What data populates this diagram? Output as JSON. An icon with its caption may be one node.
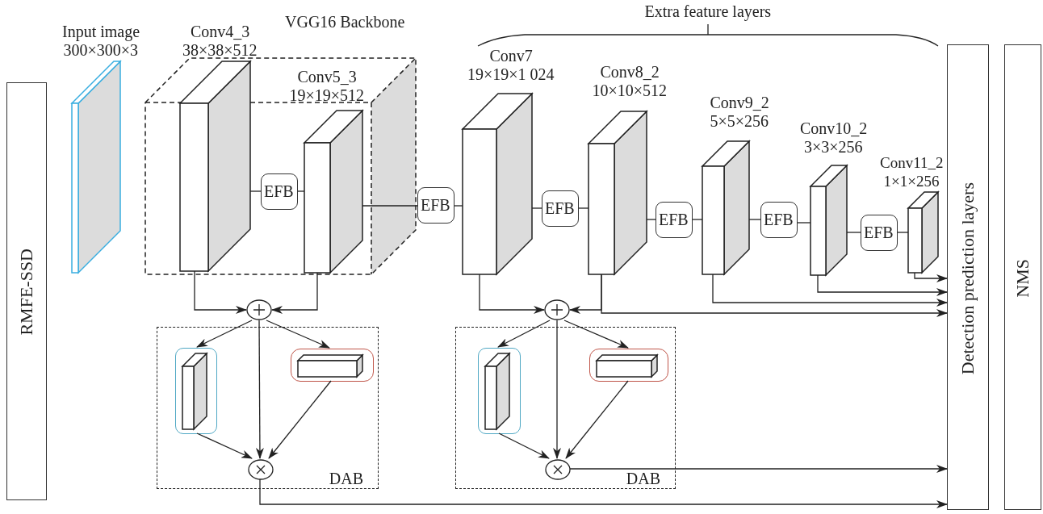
{
  "diagram": {
    "nodes": [
      {
        "text": [
          "RMFE-SSD"
        ]
      },
      {
        "text": [
          "Input image",
          "300×300×3"
        ]
      },
      {
        "text": [
          "VGG16 Backbone"
        ]
      },
      {
        "text": [
          "Conv4_3",
          "38×38×512"
        ],
        "in": 2
      },
      {
        "text": [
          "EFB"
        ],
        "in": 2
      },
      {
        "text": [
          "Conv5_3",
          "19×19×512"
        ],
        "in": 2
      },
      {
        "text": [
          "EFB"
        ]
      },
      {
        "text": [
          "Conv7",
          "19×19×1 024"
        ]
      },
      {
        "text": [
          "EFB"
        ]
      },
      {
        "text": [
          "Conv8_2",
          "10×10×512"
        ]
      },
      {
        "text": [
          "EFB"
        ]
      },
      {
        "text": [
          "Conv9_2",
          "5×5×256"
        ]
      },
      {
        "text": [
          "EFB"
        ]
      },
      {
        "text": [
          "Conv10_2",
          "3×3×256"
        ]
      },
      {
        "text": [
          "EFB"
        ]
      },
      {
        "text": [
          "Conv11_2",
          "1×1×256"
        ]
      },
      {
        "text": [
          "Detection prediction layers"
        ]
      },
      {
        "text": [
          "NMS"
        ]
      },
      {
        "text": [],
        "shape": "circle"
      },
      {
        "text": [
          "DAB"
        ]
      },
      {
        "text": [],
        "shape": "box",
        "in": 19
      },
      {
        "text": [],
        "shape": "box",
        "in": 19
      },
      {
        "text": [],
        "shape": "circle",
        "in": 19
      },
      {
        "text": [],
        "shape": "circle"
      },
      {
        "text": [
          "DAB"
        ]
      },
      {
        "text": [],
        "shape": "box",
        "in": 24
      },
      {
        "text": [],
        "shape": "box",
        "in": 24
      },
      {
        "text": [],
        "shape": "circle",
        "in": 24
      }
    ],
    "edges": [
      {
        "from": 3,
        "to": 4,
        "arrow": "none"
      },
      {
        "from": 4,
        "to": 5,
        "arrow": "none"
      },
      {
        "from": 5,
        "to": 6,
        "arrow": "none"
      },
      {
        "from": 6,
        "to": 7,
        "arrow": "none"
      },
      {
        "from": 7,
        "to": 8,
        "arrow": "none"
      },
      {
        "from": 8,
        "to": 9,
        "arrow": "none"
      },
      {
        "from": 9,
        "to": 10,
        "arrow": "none"
      },
      {
        "from": 10,
        "to": 11,
        "arrow": "none"
      },
      {
        "from": 11,
        "to": 12,
        "arrow": "none"
      },
      {
        "from": 12,
        "to": 13,
        "arrow": "none"
      },
      {
        "from": 13,
        "to": 14,
        "arrow": "none"
      },
      {
        "from": 14,
        "to": 15,
        "arrow": "none"
      },
      {
        "from": 3,
        "to": 18,
        "arrow": "to"
      },
      {
        "from": 5,
        "to": 18,
        "arrow": "to"
      },
      {
        "from": 7,
        "to": 23,
        "arrow": "to"
      },
      {
        "from": 9,
        "to": 23,
        "arrow": "to"
      },
      {
        "from": 9,
        "to": 16,
        "arrow": "to"
      },
      {
        "from": 11,
        "to": 16,
        "arrow": "to"
      },
      {
        "from": 13,
        "to": 16,
        "arrow": "to"
      },
      {
        "from": 15,
        "to": 16,
        "arrow": "to"
      },
      {
        "from": 18,
        "to": 20,
        "arrow": "to"
      },
      {
        "from": 18,
        "to": 21,
        "arrow": "to"
      },
      {
        "from": 18,
        "to": 22,
        "arrow": "to"
      },
      {
        "from": 20,
        "to": 22,
        "arrow": "to"
      },
      {
        "from": 21,
        "to": 22,
        "arrow": "to"
      },
      {
        "from": 22,
        "to": 16,
        "arrow": "to"
      },
      {
        "from": 23,
        "to": 25,
        "arrow": "to"
      },
      {
        "from": 23,
        "to": 26,
        "arrow": "to"
      },
      {
        "from": 23,
        "to": 27,
        "arrow": "to"
      },
      {
        "from": 25,
        "to": 27,
        "arrow": "to"
      },
      {
        "from": 26,
        "to": 27,
        "arrow": "to"
      },
      {
        "from": 27,
        "to": 16,
        "arrow": "to"
      }
    ],
    "labels": [
      "Extra feature layers"
    ]
  }
}
